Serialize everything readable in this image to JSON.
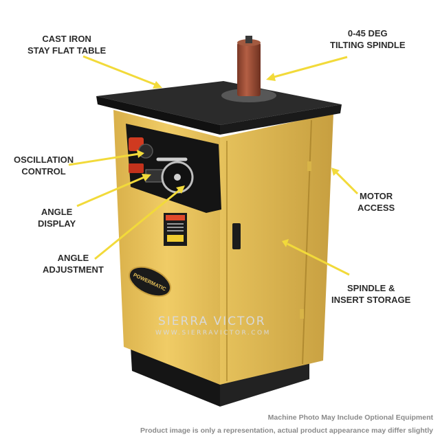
{
  "colors": {
    "cabinet": "#e8c25a",
    "cabinet_shade": "#caa444",
    "table_top": "#1f1f1f",
    "spindle": "#a0503a",
    "base": "#1a1a1a",
    "arrow": "#f2da3a"
  },
  "callouts": {
    "table": {
      "line1": "CAST IRON",
      "line2": "STAY FLAT TABLE"
    },
    "spindle": {
      "line1": "0-45 DEG",
      "line2": "TILTING SPINDLE"
    },
    "oscillation": {
      "line1": "OSCILLATION",
      "line2": "CONTROL"
    },
    "motor": {
      "line1": "MOTOR",
      "line2": "ACCESS"
    },
    "display": {
      "line1": "ANGLE",
      "line2": "DISPLAY"
    },
    "adjustment": {
      "line1": "ANGLE",
      "line2": "ADJUSTMENT"
    },
    "storage": {
      "line1": "SPINDLE &",
      "line2": "INSERT STORAGE"
    }
  },
  "brand_logo": "POWERMATIC",
  "watermark": {
    "name": "SIERRA VICTOR",
    "url": "WWW.SIERRAVICTOR.COM"
  },
  "disclaimer": {
    "line1": "Machine Photo May Include Optional Equipment",
    "line2": "Product image is only a representation, actual product appearance may differ slightly"
  }
}
